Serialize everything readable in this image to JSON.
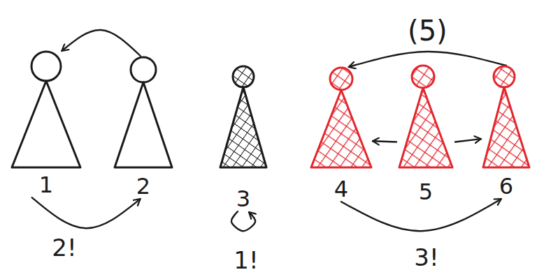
{
  "diagram": {
    "nodes": [
      {
        "text": [
          "1"
        ]
      },
      {
        "text": [
          "2"
        ]
      },
      {
        "text": [
          "3"
        ]
      },
      {
        "text": [
          "4"
        ]
      },
      {
        "text": [
          "5"
        ]
      },
      {
        "text": [
          "6"
        ]
      }
    ],
    "edges": [
      {
        "from": 0,
        "to": 1,
        "arrow": "to"
      },
      {
        "from": 1,
        "to": 0,
        "arrow": "to"
      },
      {
        "from": 2,
        "to": 2,
        "arrow": "to"
      },
      {
        "from": 4,
        "to": 3,
        "arrow": "to"
      },
      {
        "from": 4,
        "to": 5,
        "arrow": "to"
      },
      {
        "from": 3,
        "to": 5,
        "arrow": "to"
      },
      {
        "from": 5,
        "to": 3,
        "label": "(5)",
        "arrow": "to"
      }
    ],
    "labels": [
      "2!",
      "1!",
      "3!"
    ]
  }
}
